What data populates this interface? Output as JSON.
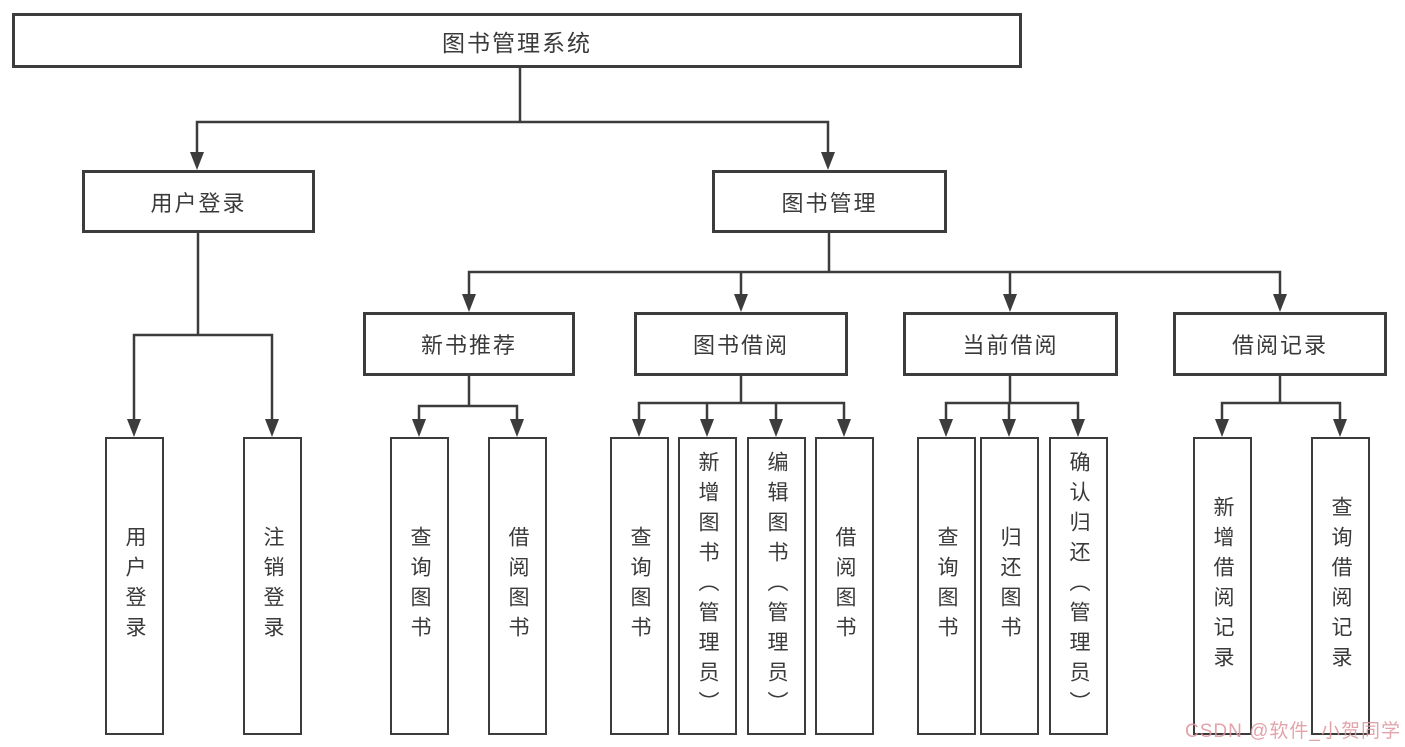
{
  "diagram": {
    "root": {
      "label": "图书管理系统"
    },
    "level2": [
      {
        "label": "用户登录"
      },
      {
        "label": "图书管理"
      }
    ],
    "level3": [
      {
        "label": "新书推荐"
      },
      {
        "label": "图书借阅"
      },
      {
        "label": "当前借阅"
      },
      {
        "label": "借阅记录"
      }
    ],
    "leaves": {
      "user_login": [
        "用户登录",
        "注销登录"
      ],
      "new_book_recommend": [
        "查询图书",
        "借阅图书"
      ],
      "book_borrowing": [
        "查询图书",
        "新增图书（管理员）",
        "编辑图书（管理员）",
        "借阅图书"
      ],
      "current_borrowing": [
        "查询图书",
        "归还图书",
        "确认归还（管理员）"
      ],
      "borrowing_records": [
        "新增借阅记录",
        "查询借阅记录"
      ]
    }
  },
  "watermark": {
    "text": "CSDN @软件_小贺同学",
    "color": "#de969e"
  },
  "colors": {
    "line": "#3c3c3c",
    "text": "#3a3a3a",
    "background": "#ffffff"
  }
}
